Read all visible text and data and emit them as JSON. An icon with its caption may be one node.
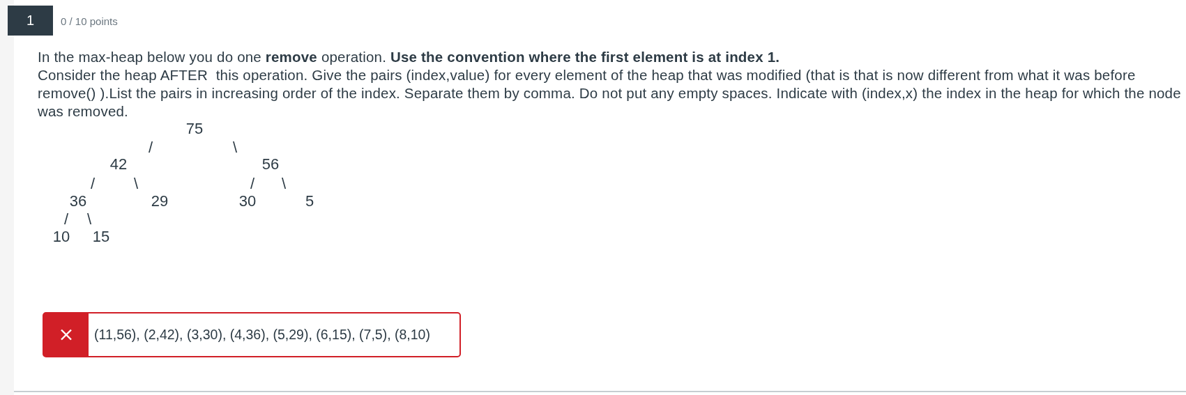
{
  "diagram": {
    "nodes": [
      {
        "text": [
          "1"
        ],
        "beside": [
          "0 / 10 points"
        ]
      },
      {
        "text": [
          "(11,56), (2,42), (3,30), (4,36), (5,29), (6,15), (7,5), (8,10)"
        ]
      }
    ],
    "labels": [
      "In the max-heap below you do one **remove** operation. **Use the convention where the first element is at index 1.**",
      "Consider the heap AFTER  this operation. Give the pairs (index,value) for every element of the heap that was modified (that is that is now different from what it was before remove() ).List the pairs in increasing order of the index. Separate them by comma. Do not put any empty spaces. Indicate with (index,x) the index in the heap for which the node was removed.",
      "75",
      "/",
      "\\",
      "42",
      "56",
      "/",
      "\\",
      "/",
      "\\",
      "36",
      "29",
      "30",
      "5",
      "/",
      "\\",
      "10",
      "15"
    ]
  }
}
